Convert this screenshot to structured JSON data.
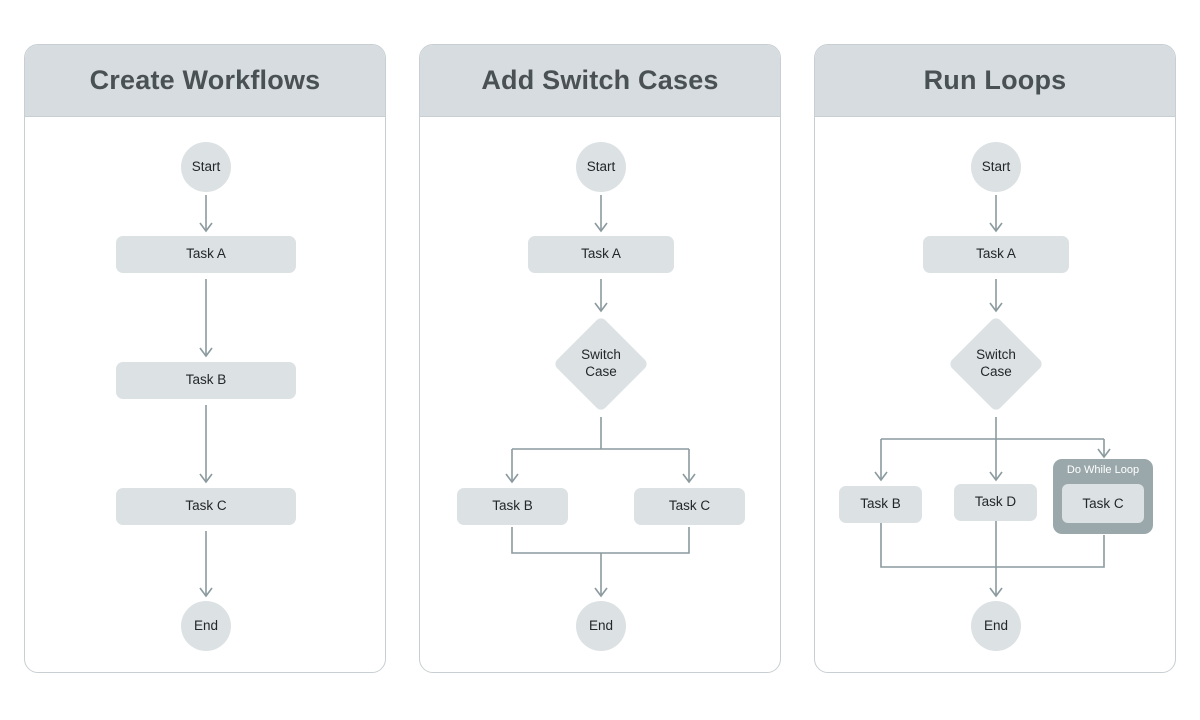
{
  "page": {
    "background": "#ffffff",
    "node_fill": "#dce1e3",
    "header_fill": "#d6dcdf",
    "loop_fill": "#9aa8ab",
    "line_color": "#8a9a9e",
    "text_color": "#22272a",
    "title_color": "#4a5155"
  },
  "panels": [
    {
      "id": "create-workflows",
      "title": "Create Workflows",
      "nodes": {
        "start": "Start",
        "task_a": "Task A",
        "task_b": "Task B",
        "task_c": "Task C",
        "end": "End"
      }
    },
    {
      "id": "add-switch-cases",
      "title": "Add Switch Cases",
      "nodes": {
        "start": "Start",
        "task_a": "Task A",
        "switch_line1": "Switch",
        "switch_line2": "Case",
        "branch_left": "Task B",
        "branch_right": "Task C",
        "end": "End"
      }
    },
    {
      "id": "run-loops",
      "title": "Run Loops",
      "nodes": {
        "start": "Start",
        "task_a": "Task A",
        "switch_line1": "Switch",
        "switch_line2": "Case",
        "branch_left": "Task B",
        "branch_mid": "Task D",
        "loop_label": "Do While Loop",
        "loop_body": "Task C",
        "end": "End"
      }
    }
  ]
}
